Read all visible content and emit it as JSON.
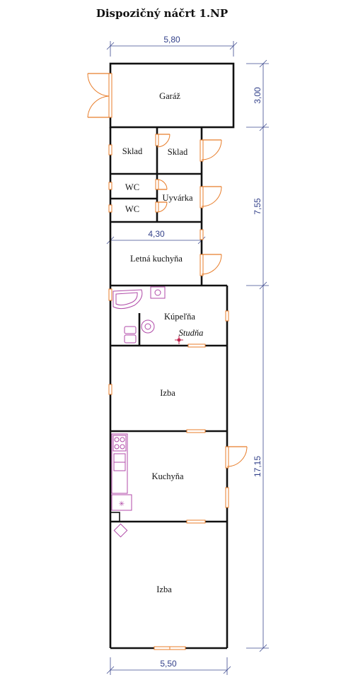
{
  "title": "Dispozičný náčrt 1.NP",
  "dimensions": {
    "top_width": "5,80",
    "inner_width": "4,30",
    "bottom_width": "5,50",
    "right_1": "3,00",
    "right_2": "7,55",
    "right_3": "17,15"
  },
  "rooms": {
    "garage": "Garáž",
    "storage_1": "Sklad",
    "storage_2": "Sklad",
    "wc_1": "WC",
    "wc_2": "WC",
    "utility": "Uyvárka",
    "summer_kitchen": "Letná kuchyňa",
    "bathroom": "Kúpeľňa",
    "well": "Studňa",
    "room_1": "Izba",
    "kitchen": "Kuchyňa",
    "room_2": "Izba"
  },
  "colors": {
    "walls": "#111111",
    "dimensions": "#3d4a8f",
    "doors_windows": "#e87d2a",
    "fixtures": "#b04aa8"
  }
}
